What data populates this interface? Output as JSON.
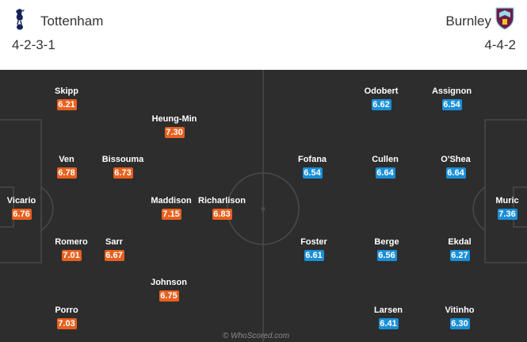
{
  "home": {
    "name": "Tottenham",
    "formation": "4-2-3-1",
    "crest_icon": "tottenham-cockerel-crest",
    "color": "#e8601e",
    "players": [
      {
        "name": "Skipp",
        "rating": "6.21"
      },
      {
        "name": "Heung-Min",
        "rating": "7.30"
      },
      {
        "name": "Ven",
        "rating": "6.78"
      },
      {
        "name": "Bissouma",
        "rating": "6.73"
      },
      {
        "name": "Vicario",
        "rating": "6.76"
      },
      {
        "name": "Maddison",
        "rating": "7.15"
      },
      {
        "name": "Richarlison",
        "rating": "6.83"
      },
      {
        "name": "Romero",
        "rating": "7.01"
      },
      {
        "name": "Sarr",
        "rating": "6.67"
      },
      {
        "name": "Johnson",
        "rating": "6.75"
      },
      {
        "name": "Porro",
        "rating": "7.03"
      }
    ]
  },
  "away": {
    "name": "Burnley",
    "formation": "4-4-2",
    "crest_icon": "burnley-shield-crest",
    "color": "#1a8fd8",
    "players": [
      {
        "name": "Odobert",
        "rating": "6.62"
      },
      {
        "name": "Assignon",
        "rating": "6.54"
      },
      {
        "name": "Fofana",
        "rating": "6.54"
      },
      {
        "name": "Cullen",
        "rating": "6.64"
      },
      {
        "name": "O'Shea",
        "rating": "6.64"
      },
      {
        "name": "Muric",
        "rating": "7.36"
      },
      {
        "name": "Foster",
        "rating": "6.61"
      },
      {
        "name": "Berge",
        "rating": "6.56"
      },
      {
        "name": "Ekdal",
        "rating": "6.27"
      },
      {
        "name": "Larsen",
        "rating": "6.41"
      },
      {
        "name": "Vitinho",
        "rating": "6.30"
      }
    ]
  },
  "watermark": "© WhoScored.com"
}
